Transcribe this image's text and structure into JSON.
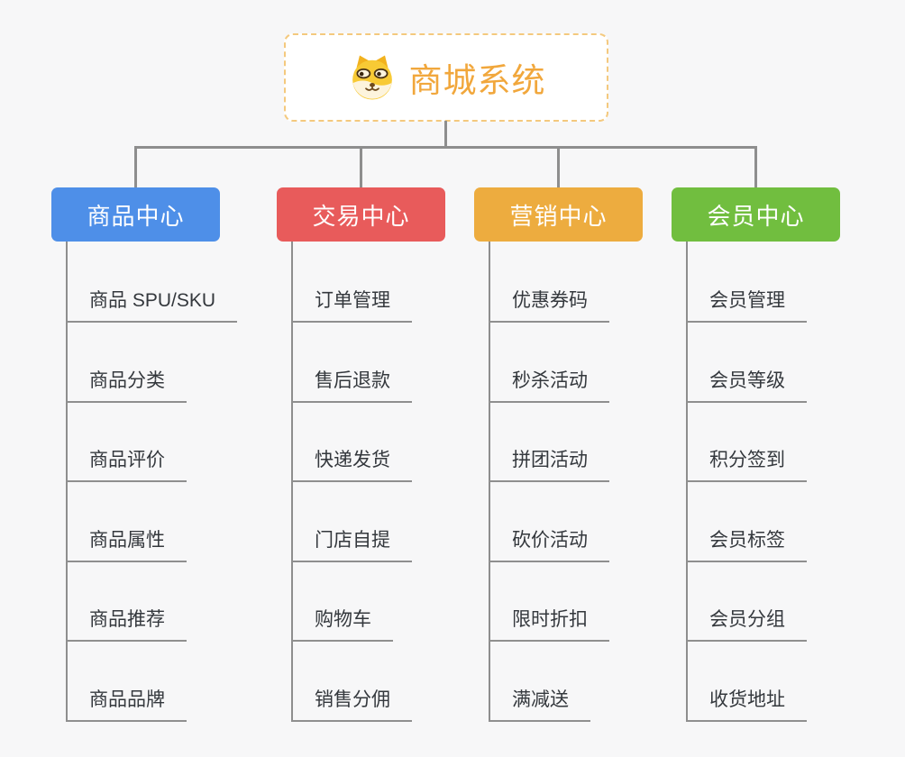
{
  "root": {
    "title": "商城系统",
    "icon": "doge-face-icon",
    "title_color": "#f1a73c",
    "border_color": "#f4c97e"
  },
  "connector_color": "#8e8e8e",
  "branches": [
    {
      "label": "商品中心",
      "color": "#4e8fe8",
      "items": [
        "商品 SPU/SKU",
        "商品分类",
        "商品评价",
        "商品属性",
        "商品推荐",
        "商品品牌"
      ]
    },
    {
      "label": "交易中心",
      "color": "#e85b5b",
      "items": [
        "订单管理",
        "售后退款",
        "快递发货",
        "门店自提",
        "购物车",
        "销售分佣"
      ]
    },
    {
      "label": "营销中心",
      "color": "#edac3f",
      "items": [
        "优惠券码",
        "秒杀活动",
        "拼团活动",
        "砍价活动",
        "限时折扣",
        "满减送"
      ]
    },
    {
      "label": "会员中心",
      "color": "#71be3f",
      "items": [
        "会员管理",
        "会员等级",
        "积分签到",
        "会员标签",
        "会员分组",
        "收货地址"
      ]
    }
  ]
}
